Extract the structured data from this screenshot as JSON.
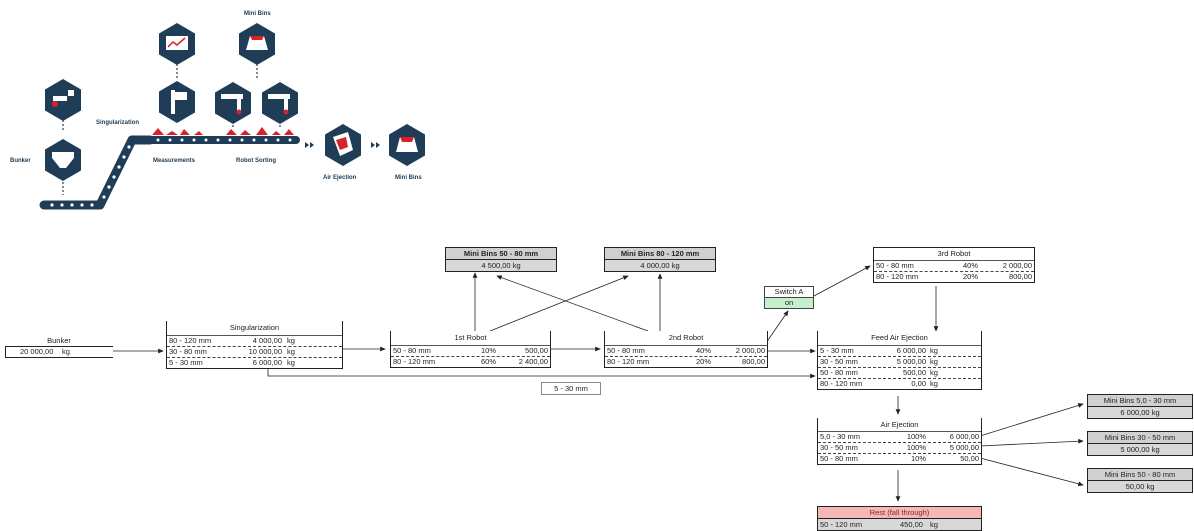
{
  "illustration": {
    "labels": {
      "bunker": "Bunker",
      "singularization": "Singularization",
      "measurements": "Measurements",
      "mini_bins_top": "Mini Bins",
      "robot_sorting": "Robot Sorting",
      "air_ejection": "Air Ejection",
      "mini_bins": "Mini Bins"
    },
    "colors": {
      "hex": "#1f3d57",
      "red": "#d8222b",
      "belt": "#1f3d57"
    }
  },
  "bunker": {
    "title": "Bunker",
    "value": "20 000,00",
    "unit": "kg"
  },
  "singularization": {
    "title": "Singularization",
    "rows": [
      {
        "range": "80 - 120 mm",
        "value": "4 000,00",
        "unit": "kg"
      },
      {
        "range": "30 - 80 mm",
        "value": "10 000,00",
        "unit": "kg"
      },
      {
        "range": "5 - 30 mm",
        "value": "6 000,00",
        "unit": "kg"
      }
    ]
  },
  "robot1": {
    "title": "1st Robot",
    "rows": [
      {
        "range": "50 - 80 mm",
        "pct": "10%",
        "value": "500,00"
      },
      {
        "range": "80 - 120 mm",
        "pct": "60%",
        "value": "2 400,00"
      }
    ]
  },
  "robot2": {
    "title": "2nd Robot",
    "rows": [
      {
        "range": "50 - 80 mm",
        "pct": "40%",
        "value": "2 000,00"
      },
      {
        "range": "80 - 120 mm",
        "pct": "20%",
        "value": "800,00"
      }
    ]
  },
  "robot3": {
    "title": "3rd Robot",
    "rows": [
      {
        "range": "50 - 80 mm",
        "pct": "40%",
        "value": "2 000,00"
      },
      {
        "range": "80 - 120 mm",
        "pct": "20%",
        "value": "800,00"
      }
    ]
  },
  "switch": {
    "title": "Switch A",
    "state": "on",
    "state_color": "#c6efce"
  },
  "bypass_label": "5 - 30 mm",
  "mini_bins_50_80_top": {
    "title": "Mini Bins 50 - 80 mm",
    "value": "4 500,00",
    "unit": "kg"
  },
  "mini_bins_80_120_top": {
    "title": "Mini Bins 80 - 120 mm",
    "value": "4 000,00",
    "unit": "kg"
  },
  "feed_air": {
    "title": "Feed Air Ejection",
    "rows": [
      {
        "range": "5 - 30 mm",
        "value": "6 000,00",
        "unit": "kg"
      },
      {
        "range": "30 - 50 mm",
        "value": "5 000,00",
        "unit": "kg"
      },
      {
        "range": "50 - 80 mm",
        "value": "500,00",
        "unit": "kg"
      },
      {
        "range": "80 - 120 mm",
        "value": "0,00",
        "unit": "kg"
      }
    ]
  },
  "air_ejection": {
    "title": "Air Ejection",
    "rows": [
      {
        "range": "5,0 - 30 mm",
        "pct": "100%",
        "value": "6 000,00"
      },
      {
        "range": "30 - 50 mm",
        "pct": "100%",
        "value": "5 000,00"
      },
      {
        "range": "50 - 80 mm",
        "pct": "10%",
        "value": "50,00"
      }
    ]
  },
  "mini_bins_5_30": {
    "title": "Mini Bins 5,0 - 30 mm",
    "value": "6 000,00",
    "unit": "kg"
  },
  "mini_bins_30_50": {
    "title": "Mini Bins 30 - 50 mm",
    "value": "5 000,00",
    "unit": "kg"
  },
  "mini_bins_50_80_right": {
    "title": "Mini Bins 50 - 80 mm",
    "value": "50,00",
    "unit": "kg"
  },
  "rest": {
    "title": "Rest (fall through)",
    "range": "50 - 120 mm",
    "value": "450,00",
    "unit": "kg",
    "header_color": "#f4b8b8"
  }
}
